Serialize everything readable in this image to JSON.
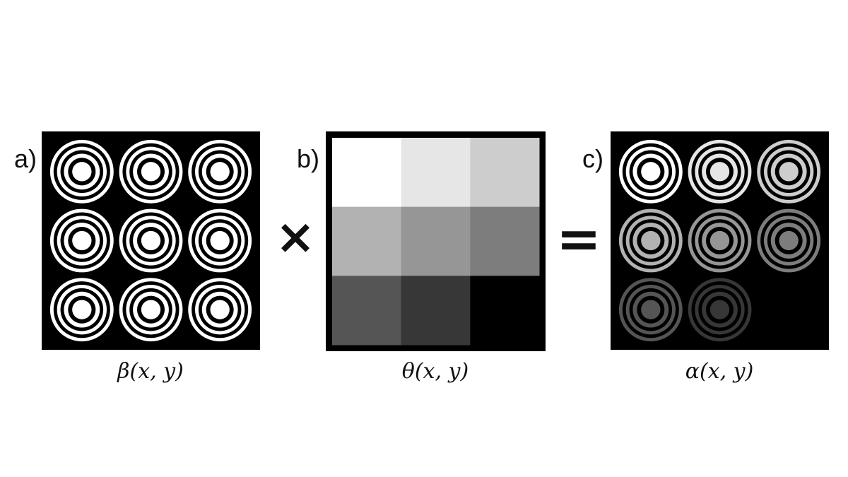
{
  "panels": [
    {
      "id": "a",
      "letter": "a)",
      "caption": "β(x, y)"
    },
    {
      "id": "b",
      "letter": "b)",
      "caption": "θ(x, y)"
    },
    {
      "id": "c",
      "letter": "c)",
      "caption": "α(x, y)"
    }
  ],
  "operators": {
    "times": "×",
    "equals": "="
  },
  "grid": {
    "rows": 3,
    "cols": 3
  },
  "theta_gray_levels": [
    [
      255,
      230,
      205
    ],
    [
      178,
      150,
      125
    ],
    [
      85,
      55,
      0
    ]
  ],
  "ring_color": "#ffffff",
  "background_color": "#000000"
}
